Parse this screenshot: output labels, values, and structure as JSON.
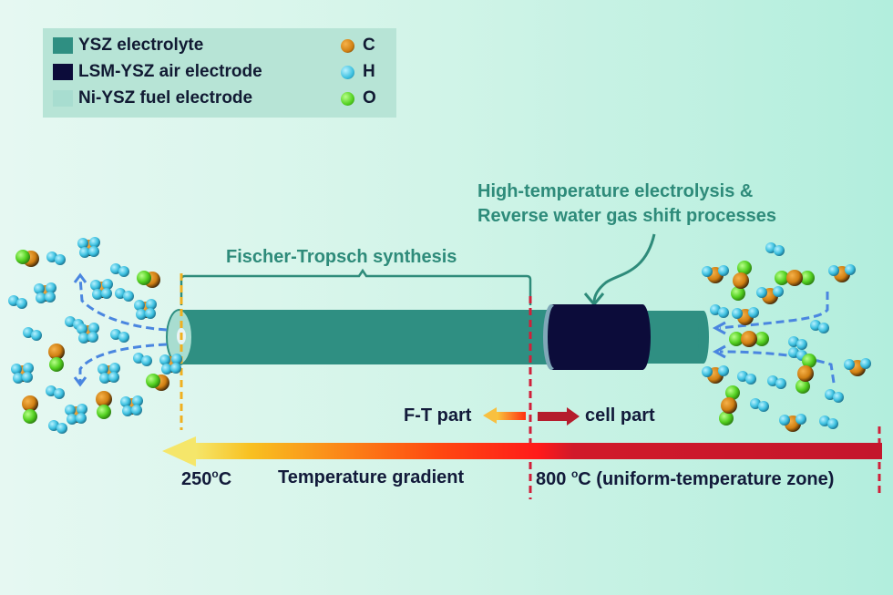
{
  "legend": {
    "materials": [
      {
        "label": "YSZ electrolyte",
        "color": "#2f8f82"
      },
      {
        "label": "LSM-YSZ air electrode",
        "color": "#0c0c3a"
      },
      {
        "label": "Ni-YSZ fuel electrode",
        "color": "#a8ddd0"
      }
    ],
    "atoms": [
      {
        "label": "C",
        "color": "#d98a1c"
      },
      {
        "label": "H",
        "color": "#3fc2e0"
      },
      {
        "label": "O",
        "color": "#5fd42a"
      }
    ]
  },
  "annotations": {
    "fischer_tropsch": "Fischer-Tropsch synthesis",
    "high_temp_line1": "High-temperature electrolysis &",
    "high_temp_line2": "Reverse water gas shift processes",
    "ft_part": "F-T part",
    "cell_part": "cell part"
  },
  "temperature": {
    "low_value": "250",
    "low_unit": "°C",
    "gradient_label": "Temperature gradient",
    "high_value": "800",
    "high_unit": "°C",
    "high_zone_label": " (uniform-temperature zone)"
  },
  "colors": {
    "tube": "#2f8f82",
    "air_electrode": "#0c0c3a",
    "fuel_electrode": "#a8ddd0",
    "flow_arrow": "#4a86e0",
    "gradient_hot": "#c81a2e",
    "gradient_mid": "#ff1f10",
    "gradient_cold": "#f8e060"
  }
}
